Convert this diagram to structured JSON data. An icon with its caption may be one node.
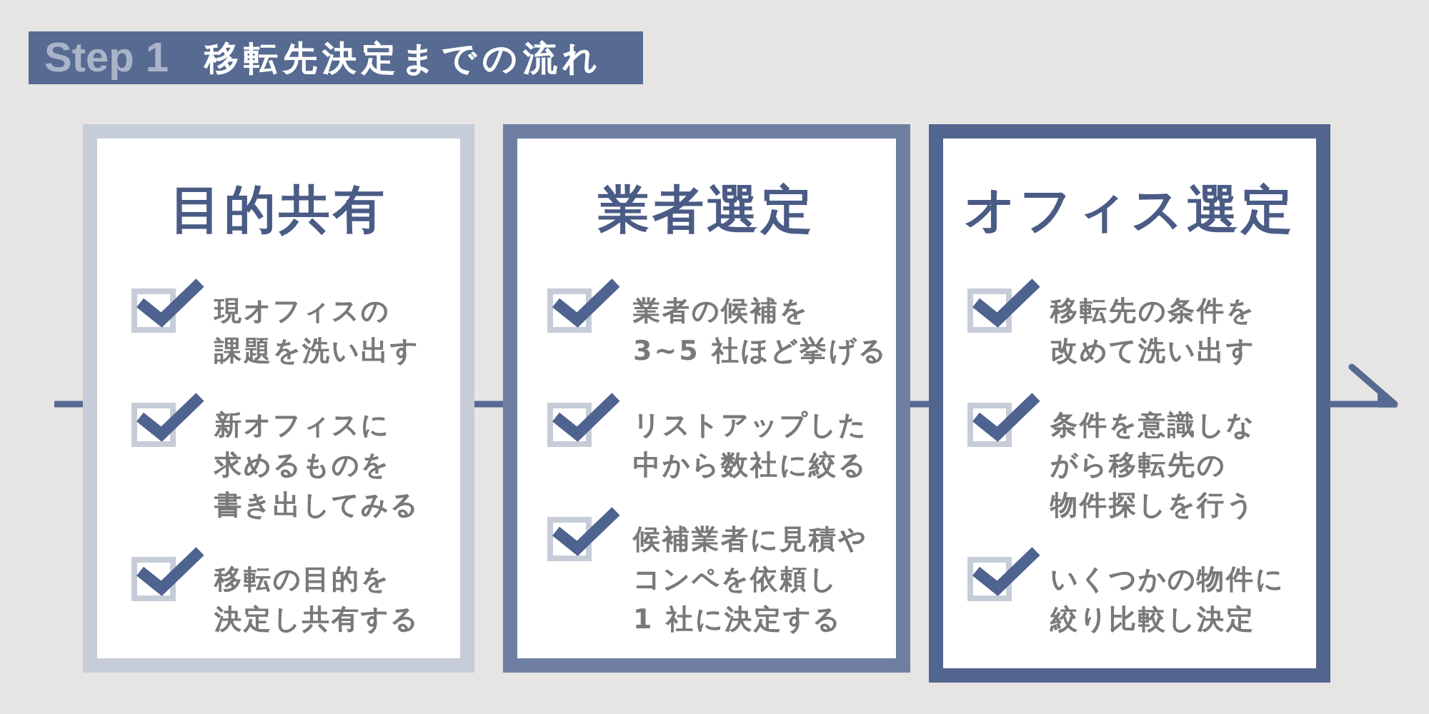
{
  "diagram": {
    "title": "移転先決定までの流れ",
    "nodes": [
      {
        "text": [
          "目的共有",
          "現オフィスの課題を洗い出す",
          "新オフィスに求めるものを書き出してみる",
          "移転の目的を決定し共有する"
        ]
      },
      {
        "text": [
          "業者選定",
          "業者の候補を3~5 社ほど挙げる",
          "リストアップした中から数社に絞る",
          "候補業者に見積やコンペを依頼し1 社に決定する"
        ]
      },
      {
        "text": [
          "オフィス選定",
          "移転先の条件を改めて洗い出す",
          "条件を意識しながら移転先の物件探しを行う",
          "いくつかの物件に絞り比較し決定"
        ]
      }
    ],
    "edges": [
      {
        "from": null,
        "to": 0,
        "arrow": "none"
      },
      {
        "from": 0,
        "to": 1,
        "arrow": "none"
      },
      {
        "from": 1,
        "to": 2,
        "arrow": "none"
      },
      {
        "from": 2,
        "to": null,
        "arrow": "to"
      }
    ],
    "labels": [
      "Step 1"
    ]
  }
}
